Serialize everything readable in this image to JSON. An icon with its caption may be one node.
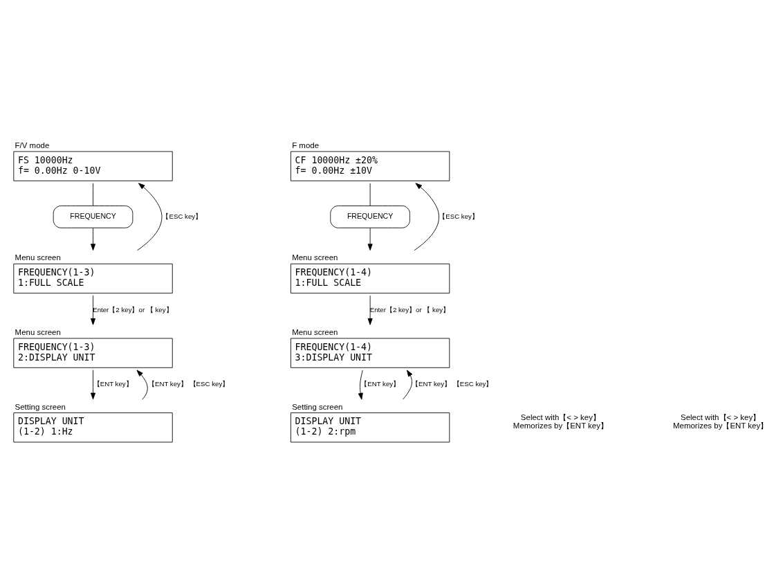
{
  "diagram": {
    "nodes": [
      {
        "text": [
          "F/V mode",
          "FS 10000Hz",
          "f= 0.00Hz 0-10V"
        ]
      },
      {
        "text": [
          "FREQUENCY"
        ]
      },
      {
        "text": [
          "Menu screen",
          "FREQUENCY(1-3)",
          "1:FULL SCALE"
        ]
      },
      {
        "text": [
          "Menu screen",
          "FREQUENCY(1-3)",
          "2:DISPLAY UNIT"
        ]
      },
      {
        "text": [
          "Setting screen",
          "DISPLAY UNIT",
          "(1-2) 1:Hz"
        ]
      },
      {
        "text": [
          "F mode",
          "CF 10000Hz ±20%",
          "f= 0.00Hz ±10V"
        ]
      },
      {
        "text": [
          "FREQUENCY"
        ]
      },
      {
        "text": [
          "Menu screen",
          "FREQUENCY(1-4)",
          "1:FULL SCALE"
        ]
      },
      {
        "text": [
          "Menu screen",
          "FREQUENCY(1-4)",
          "3:DISPLAY UNIT"
        ]
      },
      {
        "text": [
          "Setting screen",
          "DISPLAY UNIT",
          "(1-2) 2:rpm"
        ]
      }
    ],
    "edges": [
      {
        "from": 0,
        "to": 1,
        "arrow": "none"
      },
      {
        "from": 1,
        "to": 2,
        "arrow": "to"
      },
      {
        "from": 2,
        "to": 0,
        "arrow": "to",
        "label": "【ESC key】"
      },
      {
        "from": 2,
        "to": 3,
        "arrow": "to",
        "label": "Enter【2 key】or 【 key】"
      },
      {
        "from": 3,
        "to": 4,
        "arrow": "to",
        "label": "【ENT key】"
      },
      {
        "from": 4,
        "to": 3,
        "arrow": "to",
        "label": "【ENT key】 【ESC key】"
      },
      {
        "from": 5,
        "to": 6,
        "arrow": "none"
      },
      {
        "from": 6,
        "to": 7,
        "arrow": "to"
      },
      {
        "from": 7,
        "to": 5,
        "arrow": "to",
        "label": "【ESC key】"
      },
      {
        "from": 7,
        "to": 8,
        "arrow": "to",
        "label": "Enter【2 key】or 【 key】"
      },
      {
        "from": 8,
        "to": 9,
        "arrow": "to",
        "label": "【ENT key】"
      },
      {
        "from": 9,
        "to": 8,
        "arrow": "to",
        "label": "【ENT key】 【ESC key】"
      }
    ],
    "labels": [
      "Select with【< > key】 Memorizes by【ENT key】",
      "Select with【< > key】 Memorizes by【ENT key】"
    ]
  }
}
